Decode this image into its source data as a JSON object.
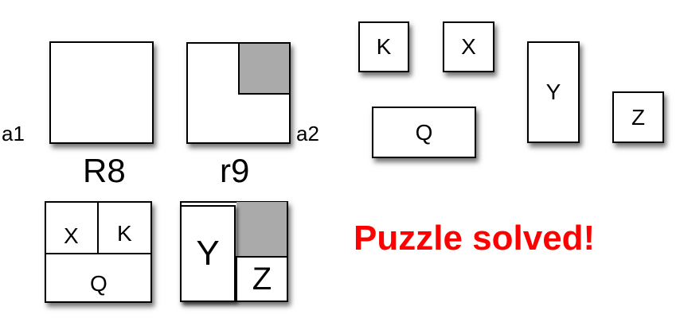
{
  "containers": {
    "r8": {
      "label": "R8",
      "corner_label": "a1"
    },
    "r9": {
      "label": "r9",
      "corner_label": "a2"
    }
  },
  "pieces": {
    "k": "K",
    "x": "X",
    "y": "Y",
    "z": "Z",
    "q": "Q"
  },
  "solution": {
    "x": "X",
    "k": "K",
    "q": "Q",
    "y": "Y",
    "z": "Z"
  },
  "status": "Puzzle solved!",
  "colors": {
    "outline": "#000000",
    "shaded_region": "#aaaaaa",
    "status_text": "#ff0000"
  }
}
